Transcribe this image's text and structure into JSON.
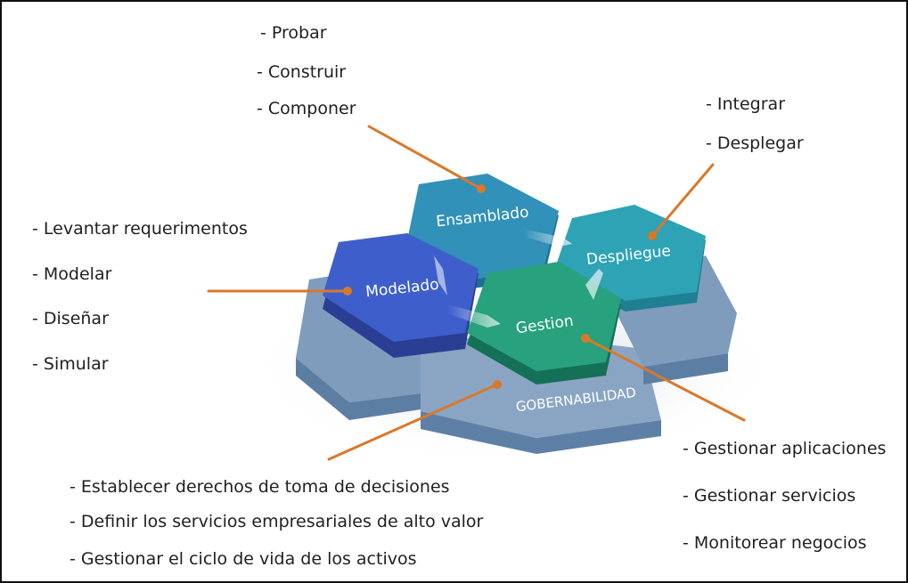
{
  "hexagons": {
    "ensamblado": "Ensamblado",
    "despliegue": "Despliegue",
    "modelado": "Modelado",
    "gestion": "Gestion",
    "gobernabilidad": "GOBERNABILIDAD"
  },
  "groups": {
    "ensamblado_items": [
      "- Probar",
      "- Construir",
      "- Componer"
    ],
    "despliegue_items": [
      "- Integrar",
      "- Desplegar"
    ],
    "modelado_items": [
      "- Levantar requerimentos",
      "- Modelar",
      "- Diseñar",
      "- Simular"
    ],
    "gestion_items": [
      "- Gestionar aplicaciones",
      "- Gestionar servicios",
      "- Monitorear negocios"
    ],
    "gobernabilidad_items": [
      "- Establecer derechos de toma de decisiones",
      "- Definir los servicios empresariales de alto valor",
      "- Gestionar el ciclo de vida de los activos"
    ]
  },
  "colors": {
    "ensamblado": "#2f8fb5",
    "despliegue": "#2aa0b0",
    "modelado": "#3a5bc4",
    "gestion": "#25a07a",
    "base": "#6f8fb0",
    "connector": "#d9782a"
  }
}
